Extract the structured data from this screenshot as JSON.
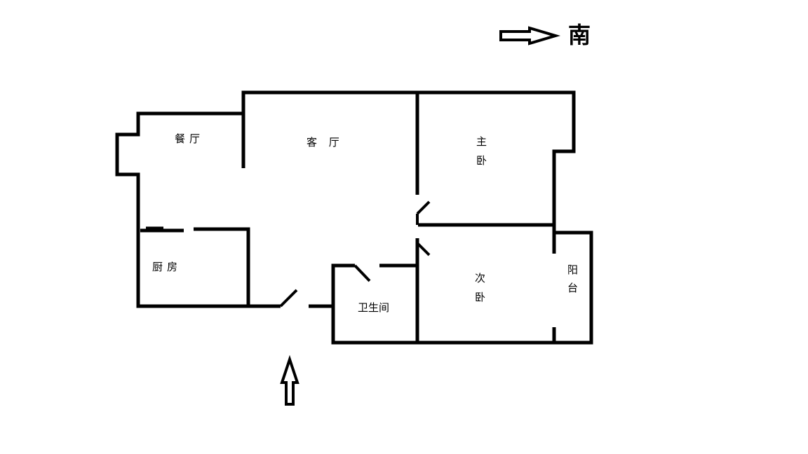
{
  "compass": {
    "label": "南",
    "icon": "right-arrow-icon"
  },
  "entrance": {
    "icon": "up-arrow-icon"
  },
  "rooms": {
    "dining": "餐厅",
    "living": "客 厅",
    "master_line1": "主",
    "master_line2": "卧",
    "kitchen": "厨房",
    "bathroom": "卫生间",
    "second_line1": "次",
    "second_line2": "卧",
    "balcony_line1": "阳",
    "balcony_line2": "台"
  }
}
